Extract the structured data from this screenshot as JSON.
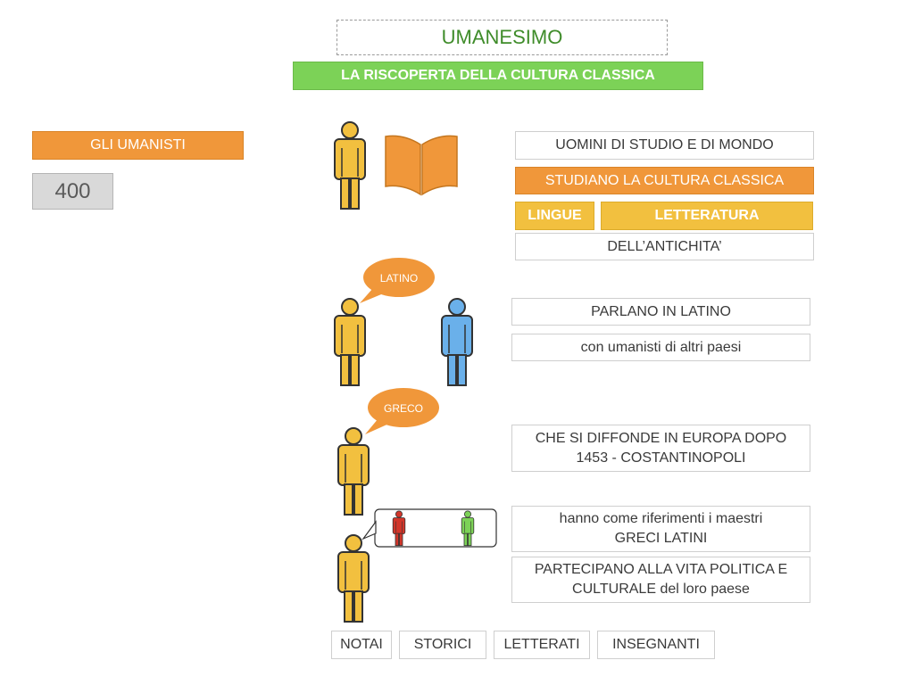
{
  "title": "UMANESIMO",
  "subtitle": "LA RISCOPERTA DELLA CULTURA CLASSICA",
  "left": {
    "label": "GLI UMANISTI",
    "year": "400"
  },
  "study": {
    "men": "UOMINI DI STUDIO E DI MONDO",
    "classical": "STUDIANO LA CULTURA CLASSICA",
    "languages": "LINGUE",
    "literature": "LETTERATURA",
    "antiquity": "DELL’ANTICHITA’"
  },
  "latin": {
    "bubble": "LATINO",
    "speak": "PARLANO IN LATINO",
    "with": "con umanisti di altri paesi"
  },
  "greek": {
    "bubble": "GRECO",
    "spread_line1": "CHE SI DIFFONDE IN EUROPA DOPO",
    "spread_line2": "1453 - COSTANTINOPOLI"
  },
  "masters": {
    "line1": "hanno come riferimenti i maestri",
    "line2": "GRECI LATINI"
  },
  "politics": {
    "line1": "PARTECIPANO ALLA VITA POLITICA E",
    "line2": "CULTURALE del loro paese"
  },
  "professions": [
    "NOTAI",
    "STORICI",
    "LETTERATI",
    "INSEGNANTI"
  ],
  "colors": {
    "title_green": "#3f8c2a",
    "subtitle_green": "#7cd257",
    "orange": "#f0973a",
    "yellow": "#f2c03f",
    "blue": "#6ab0ea",
    "red": "#d2362a",
    "green_figure": "#7cd257"
  }
}
